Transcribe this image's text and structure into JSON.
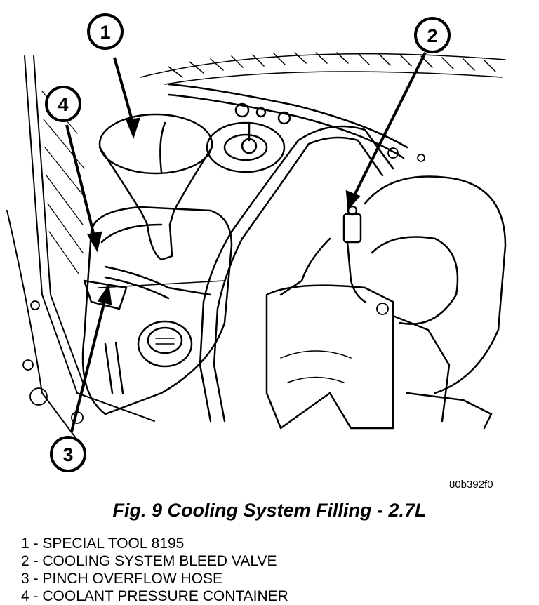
{
  "callouts": [
    "1",
    "2",
    "3",
    "4"
  ],
  "figure_code": "80b392f0",
  "caption": "Fig. 9 Cooling System Filling - 2.7L",
  "legend": [
    {
      "num": "1",
      "sep": " - ",
      "text": "SPECIAL TOOL 8195"
    },
    {
      "num": "2",
      "sep": " - ",
      "text": "COOLING SYSTEM BLEED VALVE"
    },
    {
      "num": "3",
      "sep": " - ",
      "text": "PINCH OVERFLOW HOSE"
    },
    {
      "num": "4",
      "sep": " - ",
      "text": "COOLANT PRESSURE CONTAINER"
    }
  ]
}
